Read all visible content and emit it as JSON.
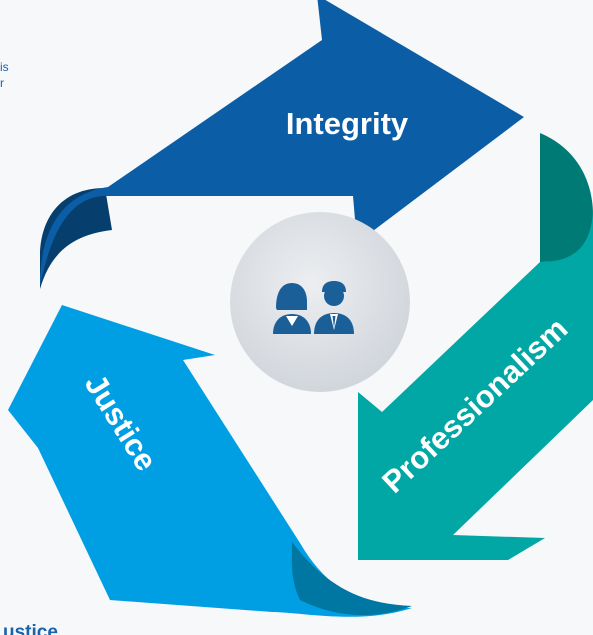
{
  "page": {
    "top_text": "",
    "left_text_line1": "is",
    "left_text_line2": "r",
    "bottom_heading": "ustice"
  },
  "diagram": {
    "center_icon": "two-people-icon",
    "arrows": [
      {
        "label": "Integrity",
        "color": "#0b5ea6",
        "fold_color": "#063f6e"
      },
      {
        "label": "Professionalism",
        "color": "#00a7a4",
        "fold_color": "#007a74"
      },
      {
        "label": "Justice",
        "color": "#009fe3",
        "fold_color": "#0077a3"
      }
    ],
    "center_color": "#d6dade",
    "icon_color": "#1b5f99"
  }
}
